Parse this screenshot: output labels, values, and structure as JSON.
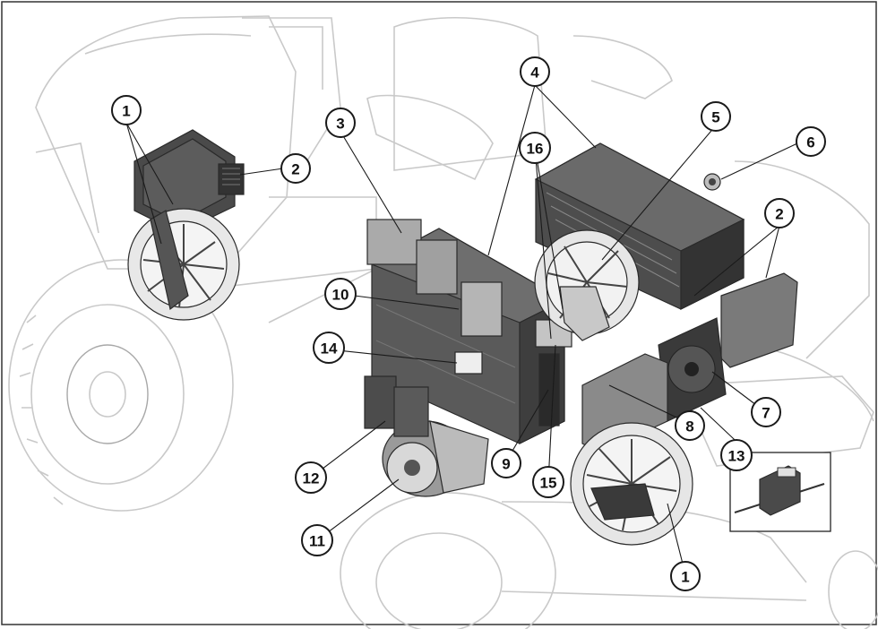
{
  "figure": {
    "callouts": [
      {
        "id": "c1a",
        "label": "1"
      },
      {
        "id": "c1b",
        "label": "1"
      },
      {
        "id": "c2a",
        "label": "2"
      },
      {
        "id": "c2b",
        "label": "2"
      },
      {
        "id": "c3",
        "label": "3"
      },
      {
        "id": "c4",
        "label": "4"
      },
      {
        "id": "c5",
        "label": "5"
      },
      {
        "id": "c6",
        "label": "6"
      },
      {
        "id": "c7",
        "label": "7"
      },
      {
        "id": "c8",
        "label": "8"
      },
      {
        "id": "c9",
        "label": "9"
      },
      {
        "id": "c10",
        "label": "10"
      },
      {
        "id": "c11",
        "label": "11"
      },
      {
        "id": "c12",
        "label": "12"
      },
      {
        "id": "c13",
        "label": "13"
      },
      {
        "id": "c14",
        "label": "14"
      },
      {
        "id": "c15",
        "label": "15"
      },
      {
        "id": "c16",
        "label": "16"
      }
    ]
  }
}
